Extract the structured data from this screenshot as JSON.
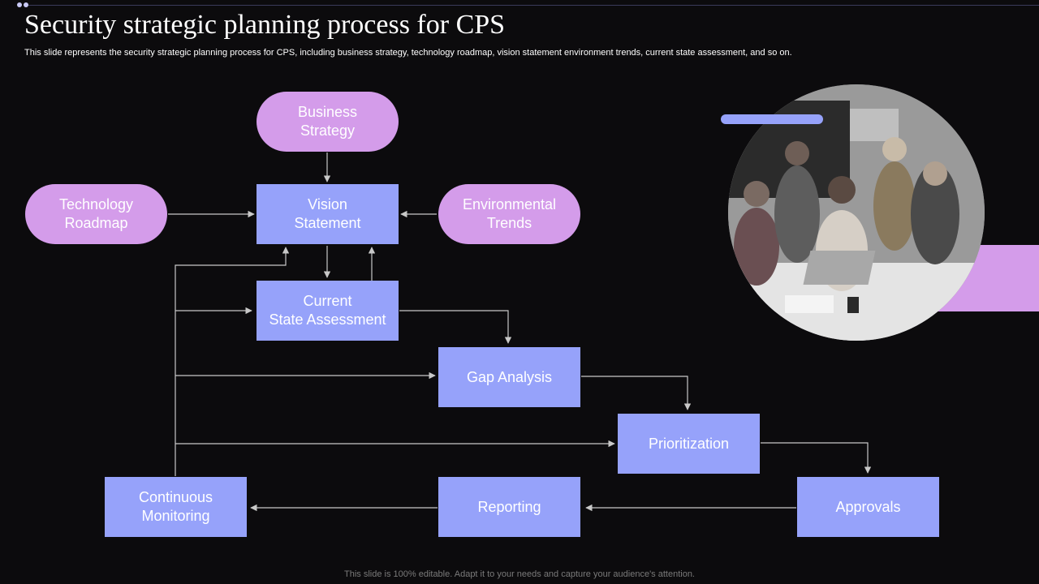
{
  "slide": {
    "title": "Security strategic planning process for CPS",
    "subtitle": "This slide represents the security strategic planning process for CPS, including business strategy, technology roadmap, vision statement environment trends, current state assessment, and so on.",
    "footer": "This slide is 100% editable. Adapt it to your needs and capture your audience's attention."
  },
  "diagram": {
    "nodes": {
      "business_strategy": "Business\nStrategy",
      "technology_roadmap": "Technology\nRoadmap",
      "vision_statement": "Vision\nStatement",
      "environmental_trends": "Environmental\nTrends",
      "current_state_assessment": "Current\nState Assessment",
      "gap_analysis": "Gap Analysis",
      "prioritization": "Prioritization",
      "approvals": "Approvals",
      "reporting": "Reporting",
      "continuous_monitoring": "Continuous\nMonitoring"
    },
    "edges": [
      [
        "business_strategy",
        "vision_statement"
      ],
      [
        "technology_roadmap",
        "vision_statement"
      ],
      [
        "environmental_trends",
        "vision_statement"
      ],
      [
        "vision_statement",
        "current_state_assessment"
      ],
      [
        "current_state_assessment",
        "vision_statement"
      ],
      [
        "current_state_assessment",
        "gap_analysis"
      ],
      [
        "gap_analysis",
        "prioritization"
      ],
      [
        "prioritization",
        "approvals"
      ],
      [
        "approvals",
        "reporting"
      ],
      [
        "reporting",
        "continuous_monitoring"
      ],
      [
        "continuous_monitoring",
        "vision_statement"
      ],
      [
        "continuous_monitoring",
        "current_state_assessment"
      ],
      [
        "continuous_monitoring",
        "gap_analysis"
      ],
      [
        "continuous_monitoring",
        "prioritization"
      ]
    ]
  },
  "colors": {
    "background": "#0c0b0d",
    "pill": "#d49cea",
    "box": "#96a2fa",
    "connector": "#c8c8c8"
  }
}
